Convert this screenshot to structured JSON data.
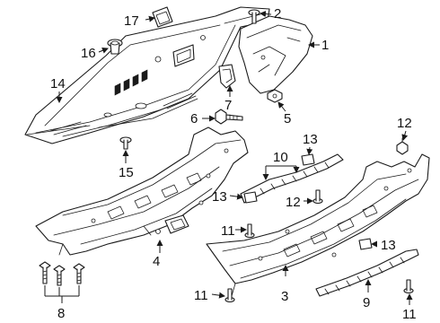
{
  "diagram": {
    "callouts": [
      {
        "id": "1",
        "label": "1"
      },
      {
        "id": "2",
        "label": "2"
      },
      {
        "id": "3",
        "label": "3"
      },
      {
        "id": "4",
        "label": "4"
      },
      {
        "id": "5",
        "label": "5"
      },
      {
        "id": "6",
        "label": "6"
      },
      {
        "id": "7",
        "label": "7"
      },
      {
        "id": "8",
        "label": "8"
      },
      {
        "id": "9",
        "label": "9"
      },
      {
        "id": "10",
        "label": "10"
      },
      {
        "id": "11a",
        "label": "11"
      },
      {
        "id": "11b",
        "label": "11"
      },
      {
        "id": "11c",
        "label": "11"
      },
      {
        "id": "12a",
        "label": "12"
      },
      {
        "id": "12b",
        "label": "12"
      },
      {
        "id": "13a",
        "label": "13"
      },
      {
        "id": "13b",
        "label": "13"
      },
      {
        "id": "13c",
        "label": "13"
      },
      {
        "id": "14",
        "label": "14"
      },
      {
        "id": "15",
        "label": "15"
      },
      {
        "id": "16",
        "label": "16"
      },
      {
        "id": "17",
        "label": "17"
      }
    ]
  }
}
